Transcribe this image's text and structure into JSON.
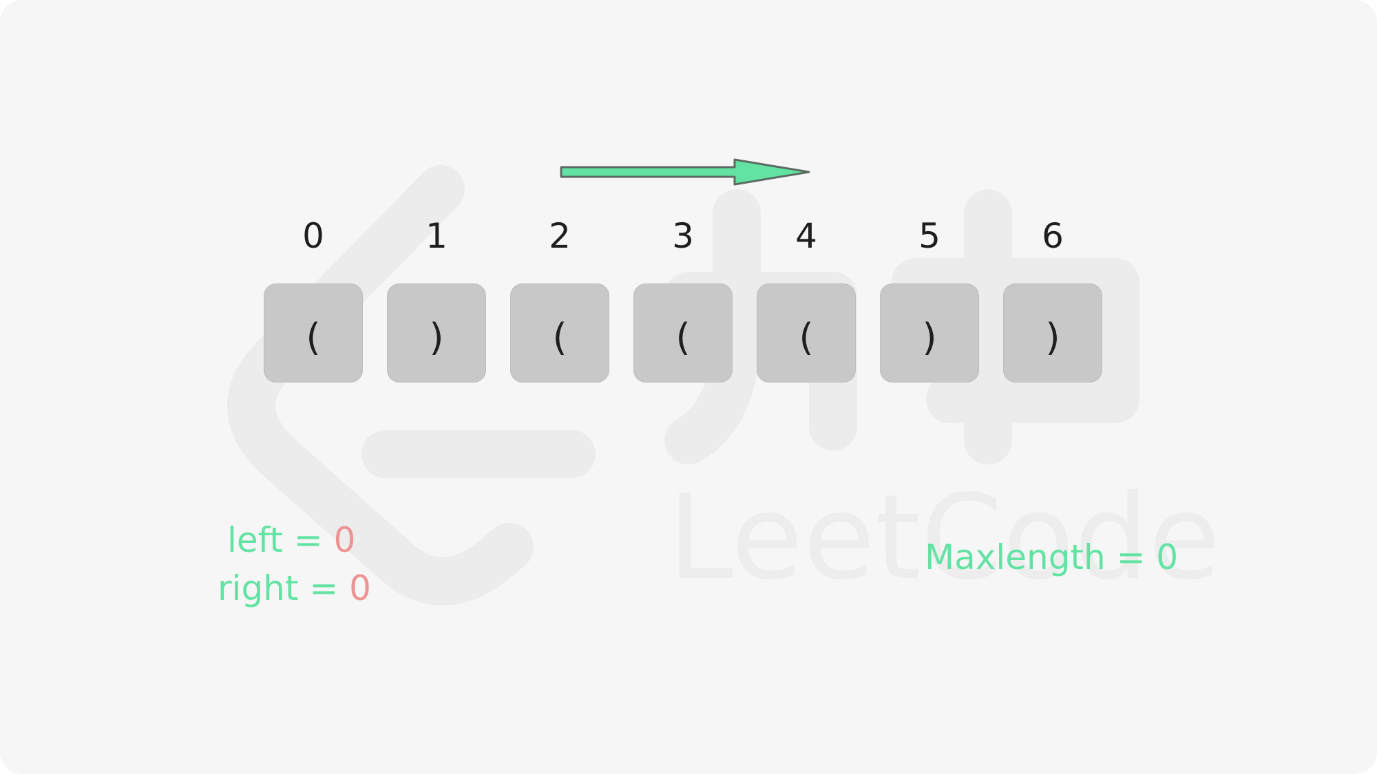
{
  "colors": {
    "background": "#f6f6f6",
    "cell_fill": "#c8c8c8",
    "arrow_fill": "#62e3a3",
    "label_green": "#62e3a3",
    "value_pink": "#ef9292",
    "text_dark": "#1e1e1e"
  },
  "cells": [
    {
      "index": "0",
      "char": "("
    },
    {
      "index": "1",
      "char": ")"
    },
    {
      "index": "2",
      "char": "("
    },
    {
      "index": "3",
      "char": "("
    },
    {
      "index": "4",
      "char": "("
    },
    {
      "index": "5",
      "char": ")"
    },
    {
      "index": "6",
      "char": ")"
    }
  ],
  "pointers": {
    "left_label": "left = ",
    "left_value": "0",
    "right_label": "right = ",
    "right_value": "0"
  },
  "result": {
    "maxlength_text": "Maxlength = 0"
  },
  "watermark": {
    "text": "LeetCode",
    "icon": "leetcode-logo-icon"
  },
  "arrow": {
    "direction": "right"
  }
}
